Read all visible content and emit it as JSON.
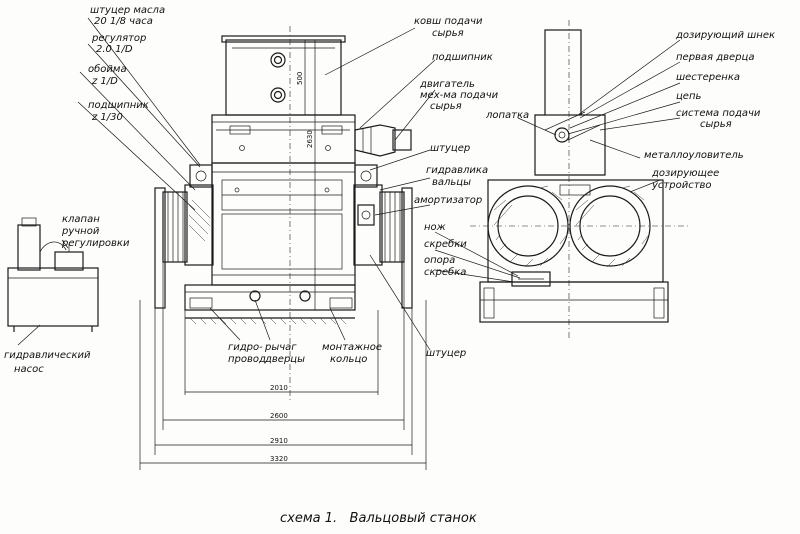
{
  "labels": {
    "shtutser_masla": "штуцер масла",
    "shtutser_masla_2": "20 1/8 часа",
    "regulyator": "регулятор",
    "regulyator_2": "2.0 1/D",
    "oboyma": "обойма",
    "oboyma_2": "z 1/D",
    "podshipnik_left": "подшипник",
    "podshipnik_left_2": "z 1/30",
    "klapan": "клапан",
    "ruchnoy": "ручной",
    "regulirovki": "регулировки",
    "gidro_nasos": "гидравлический",
    "nasos": "насос",
    "kovsh": "ковш подачи",
    "kovsh_2": "сырья",
    "podshipnik": "подшипник",
    "dvigatel": "двигатель",
    "dvigatel_2": "мех-ма подачи",
    "dvigatel_3": "сырья",
    "shtutser": "штуцер",
    "gidravlika": "гидравлика",
    "valtsy": "вальцы",
    "amortizator": "амортизатор",
    "nozh": "нож",
    "skrebki": "скребки",
    "opora": "опора",
    "skrebka": "скребка",
    "shtutser_bottom": "штуцер",
    "gidroprovod": "гидро-",
    "gidroprovod_2": "провод",
    "rychag": "рычаг",
    "rychag_2": "дверцы",
    "montazh": "монтажное",
    "montazh_2": "кольцо",
    "doziruyushchiy": "дозирующий шнек",
    "pervaya_dvertsa": "первая дверца",
    "shesterenka": "шестеренка",
    "tsep": "цепь",
    "lopatka": "лопатка",
    "sistema": "система подачи",
    "sistema_2": "сырья",
    "metalloulovitel": "металлоуловитель",
    "doz_ustr": "дозирующее",
    "doz_ustr_2": "устройство"
  },
  "dimensions": {
    "d500": "500",
    "d2630": "2630",
    "d2010": "2010",
    "d2600": "2600",
    "d2910": "2910",
    "d3320": "3320"
  },
  "caption": "схема 1.   Вальцовый станок"
}
